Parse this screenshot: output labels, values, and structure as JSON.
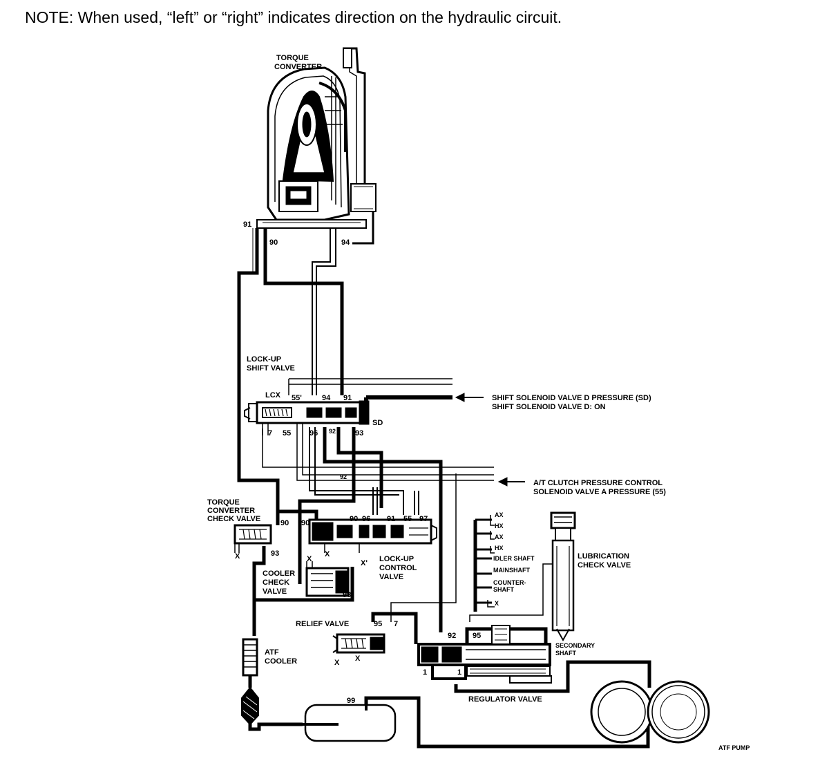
{
  "note": "NOTE: When used, “left” or “right” indicates direction on the hydraulic circuit.",
  "components": {
    "torque_converter": [
      "TORQUE",
      "CONVERTER"
    ],
    "lockup_shift_valve": [
      "LOCK-UP",
      "SHIFT VALVE"
    ],
    "shift_solenoid": [
      "SHIFT SOLENOID VALVE D PRESSURE (SD)",
      "SHIFT SOLENOID VALVE D: ON"
    ],
    "at_clutch": [
      "A/T CLUTCH PRESSURE CONTROL",
      "SOLENOID VALVE A PRESSURE (55)"
    ],
    "tc_check_valve": [
      "TORQUE",
      "CONVERTER",
      "CHECK VALVE"
    ],
    "lockup_control_valve": [
      "LOCK-UP",
      "CONTROL",
      "VALVE"
    ],
    "cooler_check_valve": [
      "COOLER",
      "CHECK",
      "VALVE"
    ],
    "lubrication_check_valve": [
      "LUBRICATION",
      "CHECK VALVE"
    ],
    "relief_valve": "RELIEF VALVE",
    "atf_cooler": [
      "ATF",
      "COOLER"
    ],
    "secondary_shaft": [
      "SECONDARY",
      "SHAFT"
    ],
    "regulator_valve": "REGULATOR VALVE",
    "atf_pump": "ATF PUMP"
  },
  "lube_outlets": [
    "AX",
    "HX",
    "AX",
    "HX",
    "IDLER SHAFT",
    "MAINSHAFT",
    "COUNTER-",
    "SHAFT",
    "X"
  ],
  "ports": {
    "p91_tc": "91",
    "p90_tc": "90",
    "p94_tc": "94",
    "lcx": "LCX",
    "p55p": "55'",
    "p94_sv": "94",
    "p91_sv": "91",
    "sd": "SD",
    "p7_sv": "7",
    "p55_sv": "55",
    "p96_sv": "96",
    "p92_sv": "92",
    "p93_sv": "93",
    "p92_mid": "92",
    "p90_chk": "90",
    "p93_chk": "93",
    "x_chk": "X",
    "p90_lc_l": "90",
    "p90_lc": "90",
    "p96_lc": "96",
    "p91_lc": "91",
    "p55_lc": "55",
    "p97_lc": "97",
    "x_lc1": "X",
    "x_lc2": "X",
    "x_lc3": "X'",
    "p93_cool": "93",
    "p95_rel": "95",
    "p7_rel": "7",
    "x_rel1": "X",
    "x_rel2": "X",
    "p92_reg": "92",
    "p95_reg": "95",
    "p1_reg1": "1",
    "p1_reg2": "1",
    "p99": "99"
  },
  "colors": {
    "ink": "#000000",
    "paper": "#ffffff"
  }
}
